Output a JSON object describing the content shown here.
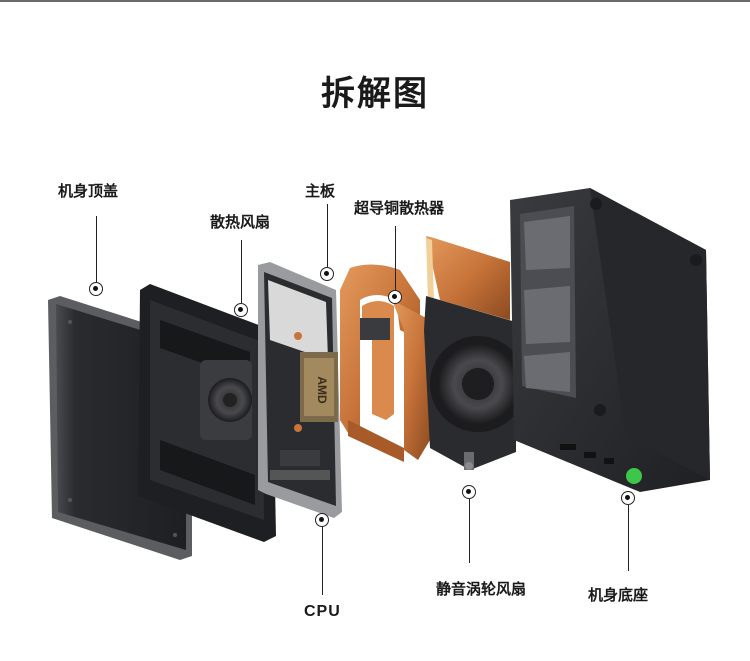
{
  "title": "拆解图",
  "labels": {
    "top_cover": "机身顶盖",
    "cooling_fan": "散热风扇",
    "motherboard": "主板",
    "copper_heatsink": "超导铜散热器",
    "cpu": "CPU",
    "turbo_fan": "静音涡轮风扇",
    "base": "机身底座"
  },
  "chip_text": "AMD",
  "colors": {
    "copper": "#c8743a",
    "dark_panel": "#2b2c2f",
    "board": "#d9d9d9",
    "led": "#3ec64a"
  }
}
